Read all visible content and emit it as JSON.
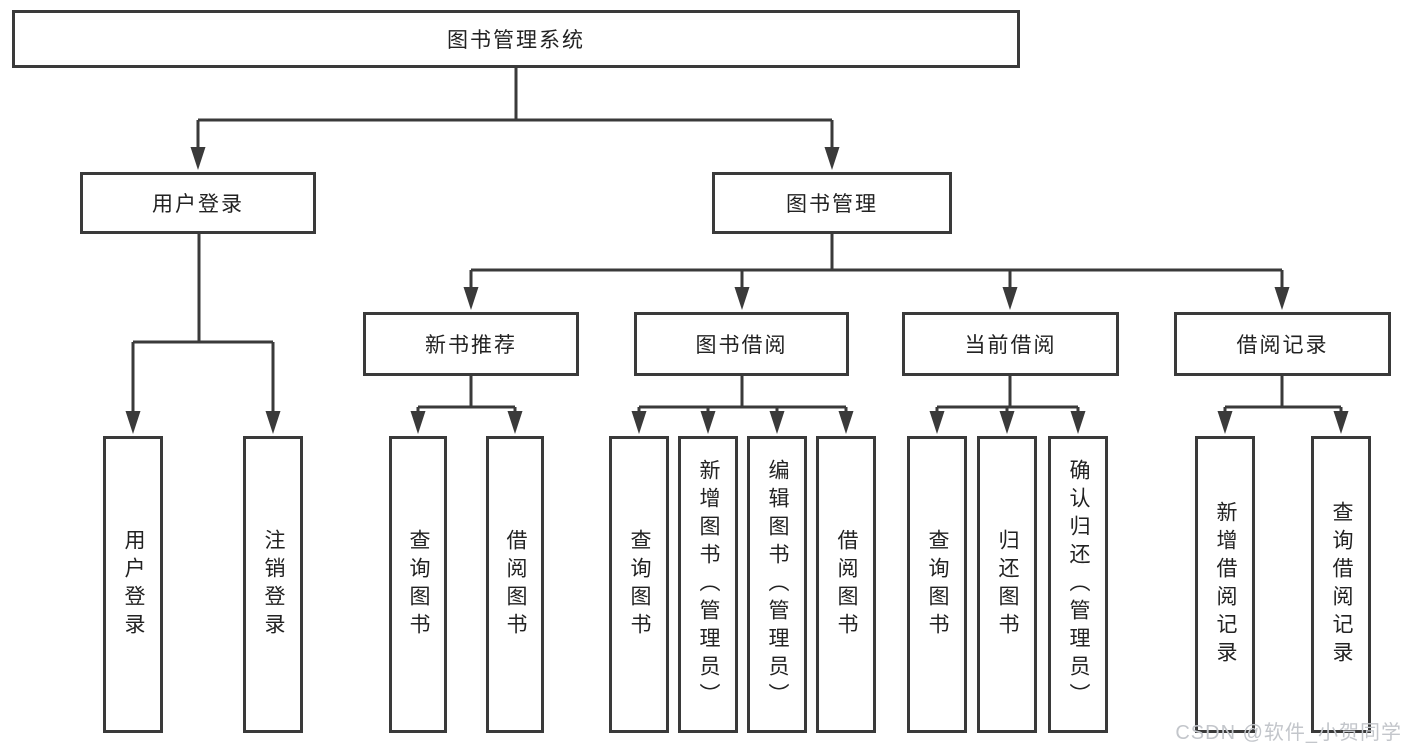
{
  "colors": {
    "line": "#3a3a3a",
    "text": "#222222",
    "box_background": "#ffffff",
    "watermark": "#c3c6cb"
  },
  "watermark": {
    "text": "CSDN @软件_小贺同学"
  },
  "diagram": {
    "type": "tree",
    "root": {
      "label": "图书管理系统"
    },
    "branches": [
      {
        "label": "用户登录",
        "children": [
          {
            "label": "用户登录"
          },
          {
            "label": "注销登录"
          }
        ]
      },
      {
        "label": "图书管理",
        "children": [
          {
            "label": "新书推荐",
            "children": [
              {
                "label": "查询图书"
              },
              {
                "label": "借阅图书"
              }
            ]
          },
          {
            "label": "图书借阅",
            "children": [
              {
                "label": "查询图书"
              },
              {
                "label": "新增图书（管理员）"
              },
              {
                "label": "编辑图书（管理员）"
              },
              {
                "label": "借阅图书"
              }
            ]
          },
          {
            "label": "当前借阅",
            "children": [
              {
                "label": "查询图书"
              },
              {
                "label": "归还图书"
              },
              {
                "label": "确认归还（管理员）"
              }
            ]
          },
          {
            "label": "借阅记录",
            "children": [
              {
                "label": "新增借阅记录"
              },
              {
                "label": "查询借阅记录"
              }
            ]
          }
        ]
      }
    ]
  }
}
